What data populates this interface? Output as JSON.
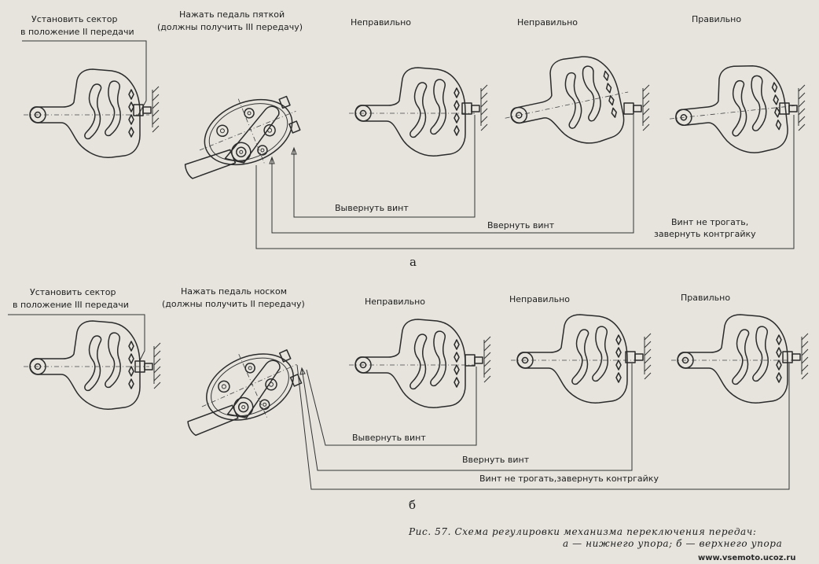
{
  "panel_a": {
    "step1_line1": "Установить сектор",
    "step1_line2": "в положение II передачи",
    "step2_line1": "Нажать педаль пяткой",
    "step2_line2": "(должны получить III передачу)",
    "wrong1": "Неправильно",
    "wrong2": "Неправильно",
    "right": "Правильно",
    "action_unscrew": "Вывернуть винт",
    "action_screw": "Ввернуть винт",
    "action_lock_1": "Винт не трогать,",
    "action_lock_2": "завернуть контргайку",
    "letter": "а"
  },
  "panel_b": {
    "step1_line1": "Установить сектор",
    "step1_line2": "в положение III передачи",
    "step2_line1": "Нажать педаль носком",
    "step2_line2": "(должны получить II передачу)",
    "wrong1": "Неправильно",
    "wrong2": "Неправильно",
    "right": "Правильно",
    "action_unscrew": "Вывернуть винт",
    "action_screw": "Ввернуть винт",
    "action_lock": "Винт не трогать,завернуть контргайку",
    "letter": "б"
  },
  "caption": {
    "line1": "Рис. 57. Схема регулировки механизма переключения передач:",
    "line2": "а — нижнего упора; б — верхнего упора"
  },
  "watermark": "www.vsemoto.ucoz.ru"
}
